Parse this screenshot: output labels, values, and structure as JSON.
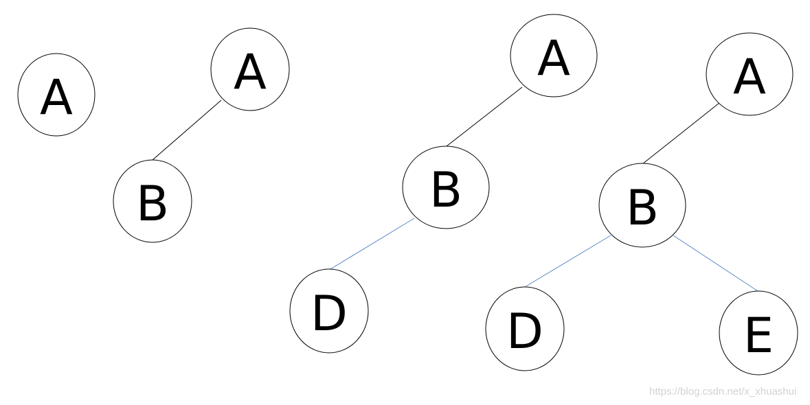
{
  "trees": [
    {
      "id": "tree-1",
      "nodes": [
        {
          "id": "A",
          "label": "A"
        }
      ],
      "edges": []
    },
    {
      "id": "tree-2",
      "nodes": [
        {
          "id": "A",
          "label": "A"
        },
        {
          "id": "B",
          "label": "B"
        }
      ],
      "edges": [
        {
          "from": "A",
          "to": "B",
          "color": "#000000"
        }
      ]
    },
    {
      "id": "tree-3",
      "nodes": [
        {
          "id": "A",
          "label": "A"
        },
        {
          "id": "B",
          "label": "B"
        },
        {
          "id": "D",
          "label": "D"
        }
      ],
      "edges": [
        {
          "from": "A",
          "to": "B",
          "color": "#000000"
        },
        {
          "from": "B",
          "to": "D",
          "color": "#5b87c5"
        }
      ]
    },
    {
      "id": "tree-4",
      "nodes": [
        {
          "id": "A",
          "label": "A"
        },
        {
          "id": "B",
          "label": "B"
        },
        {
          "id": "D",
          "label": "D"
        },
        {
          "id": "E",
          "label": "E"
        }
      ],
      "edges": [
        {
          "from": "A",
          "to": "B",
          "color": "#000000"
        },
        {
          "from": "B",
          "to": "D",
          "color": "#5b87c5"
        },
        {
          "from": "B",
          "to": "E",
          "color": "#5b87c5"
        }
      ]
    }
  ],
  "colors": {
    "node_stroke": "#000000",
    "edge_black": "#000000",
    "edge_blue": "#5b87c5",
    "watermark": "#d2d2d2"
  },
  "watermark": "https://blog.csdn.net/x_xhuashui"
}
